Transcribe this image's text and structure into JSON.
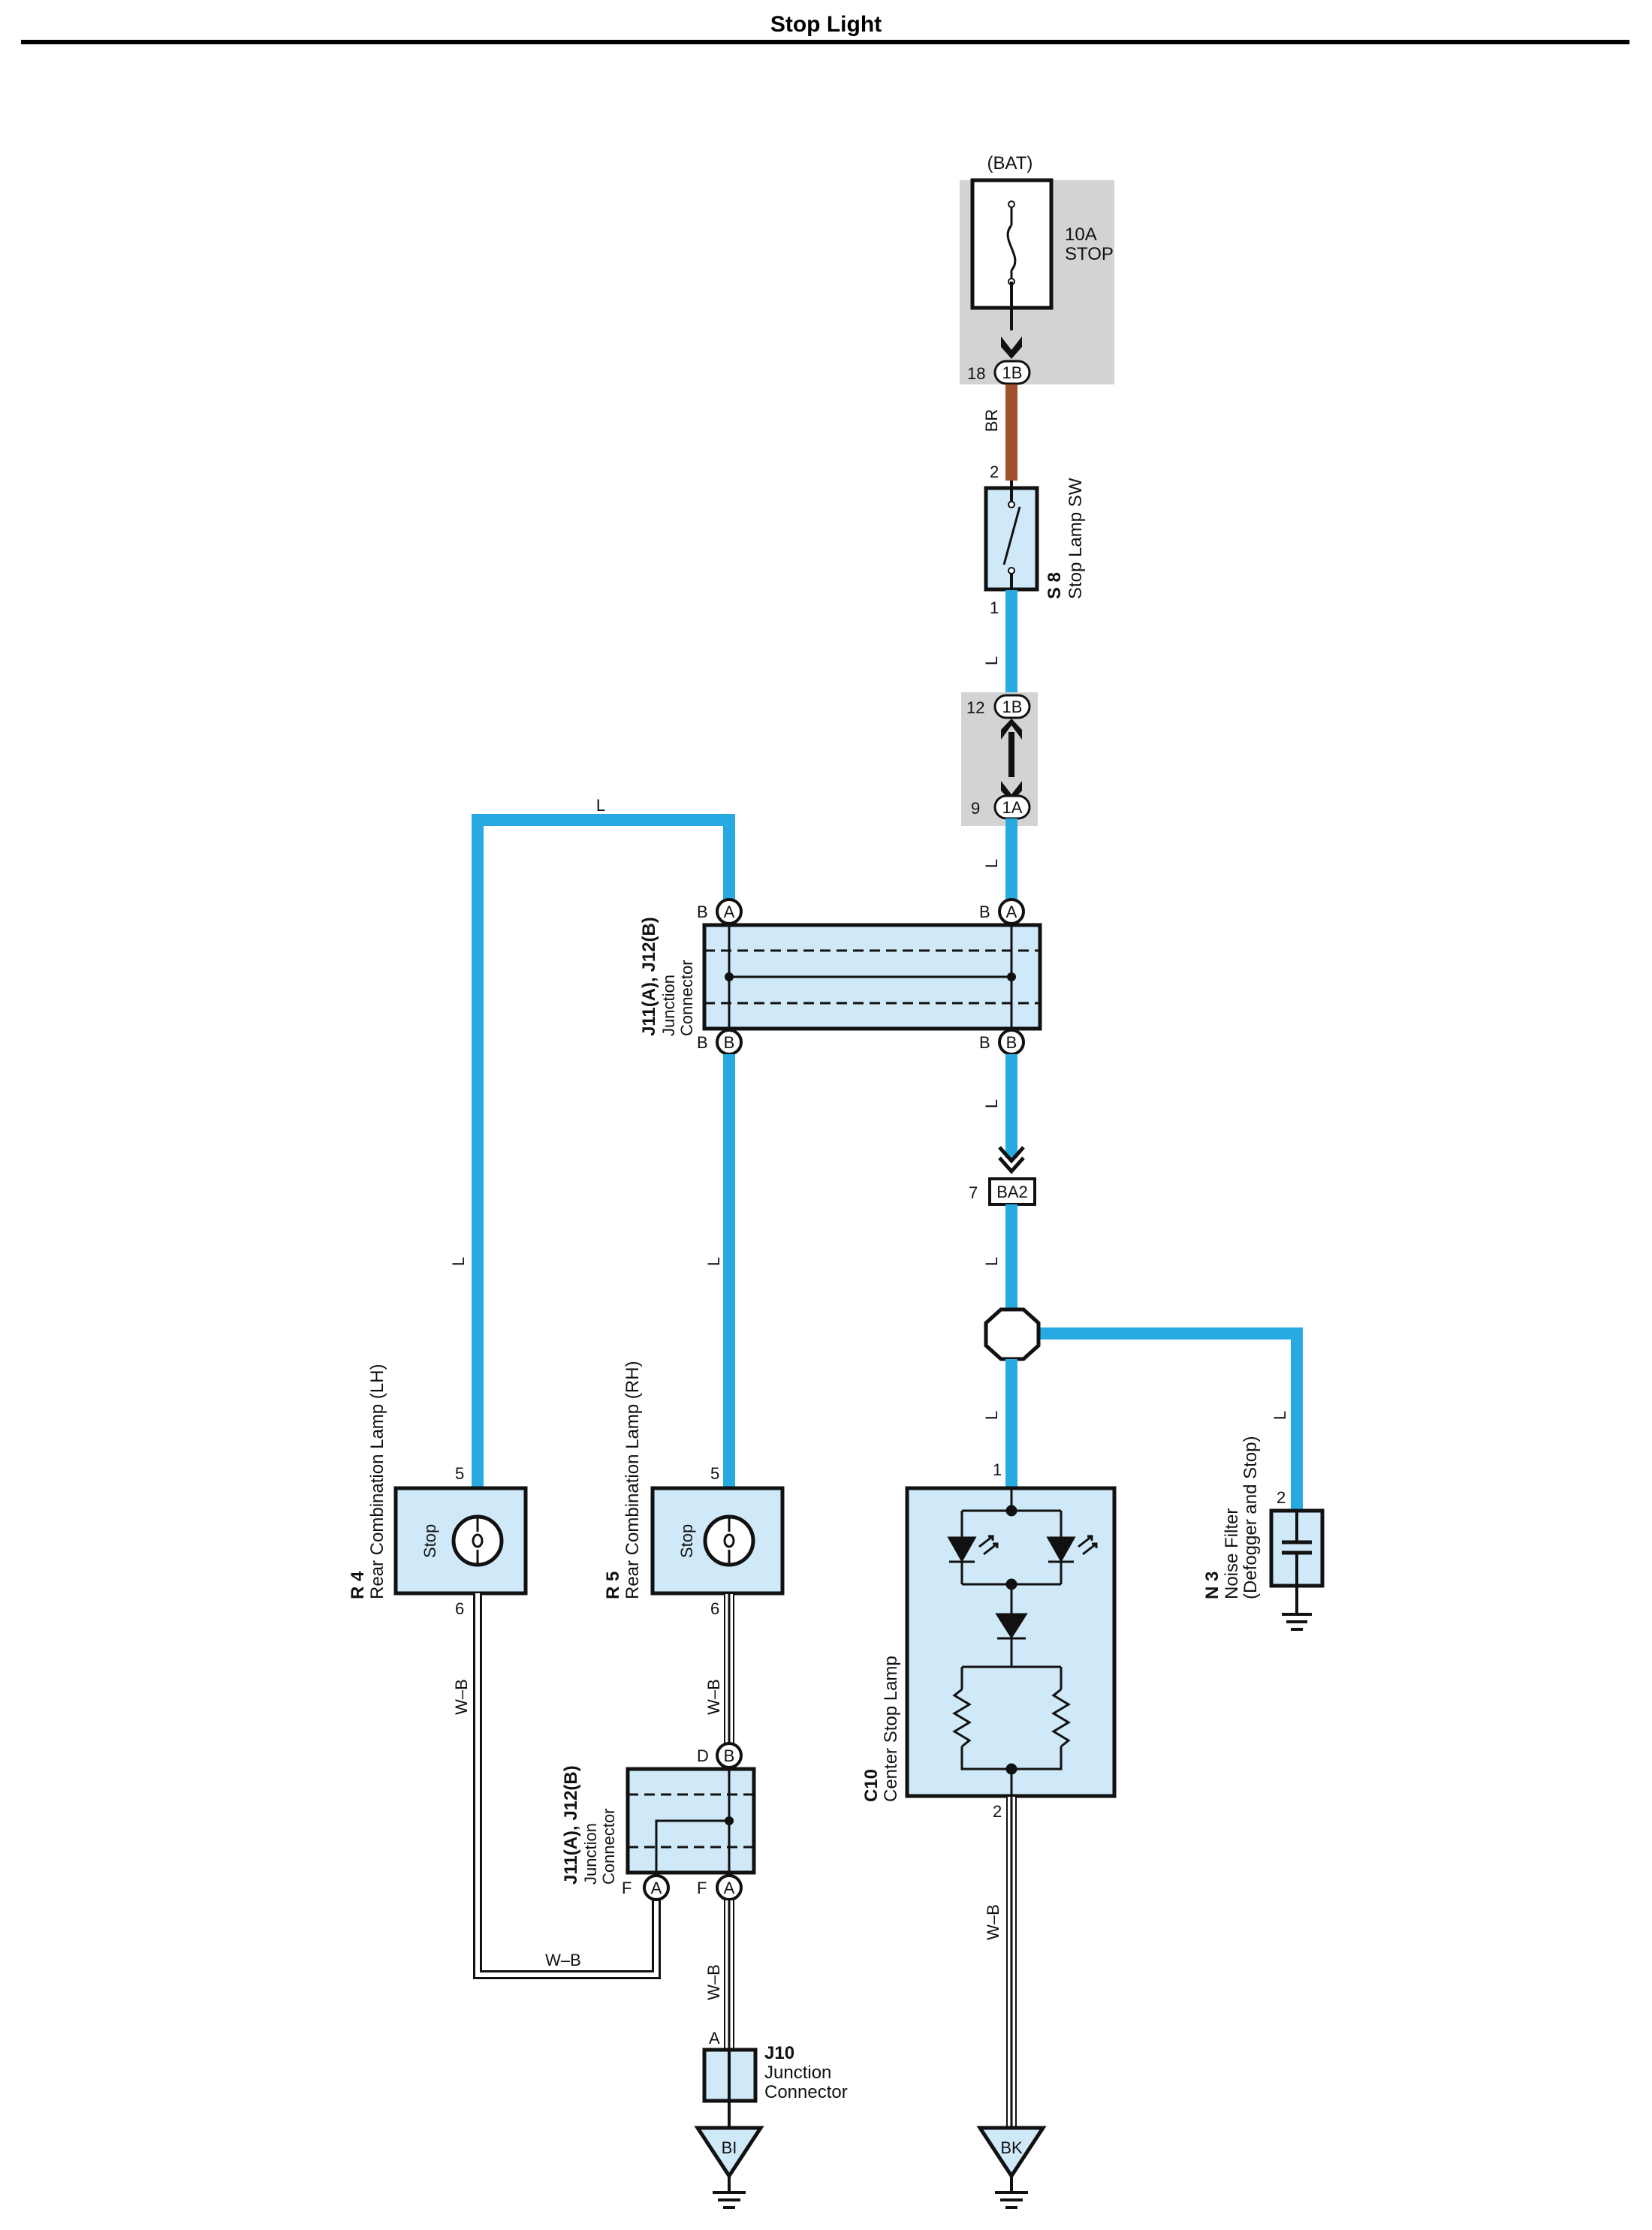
{
  "title": "Stop Light",
  "colors": {
    "wire_L": "#27a9e1",
    "wire_BR": "#a0522d",
    "box_fill": "#cfe9f8",
    "fuse_shade": "#d3d3d3"
  },
  "fuse": {
    "source": "(BAT)",
    "rating": "10A",
    "name": "STOP",
    "pin": "18",
    "connector": "1B"
  },
  "wires": {
    "br": "BR",
    "l": "L",
    "wb": "W–B"
  },
  "stop_sw": {
    "id": "S 8",
    "name": "Stop Lamp SW",
    "pin_top": "2",
    "pin_bottom": "1"
  },
  "inline_conn": {
    "pin_a": "12",
    "conn_a": "1B",
    "pin_b": "9",
    "conn_b": "1A"
  },
  "junction_top": {
    "id": "J11(A), J12(B)",
    "line1": "Junction",
    "line2": "Connector",
    "pin_label": "B",
    "conn_a": "A",
    "conn_b": "B"
  },
  "ba2": {
    "pin": "7",
    "name": "BA2"
  },
  "lamp_lh": {
    "id": "R 4",
    "name": "Rear Combination Lamp (LH)",
    "bulb": "Stop",
    "pin_top": "5",
    "pin_bottom": "6"
  },
  "lamp_rh": {
    "id": "R 5",
    "name": "Rear Combination Lamp (RH)",
    "bulb": "Stop",
    "pin_top": "5",
    "pin_bottom": "6"
  },
  "center_lamp": {
    "id": "C10",
    "name": "Center Stop Lamp",
    "pin_top": "1",
    "pin_bottom": "2"
  },
  "noise_filter": {
    "id": "N 3",
    "line1": "Noise Filter",
    "line2": "(Defogger and Stop)",
    "pin": "2"
  },
  "junction_bottom": {
    "id": "J11(A), J12(B)",
    "line1": "Junction",
    "line2": "Connector",
    "pin_d": "D",
    "pin_f": "F",
    "conn_a": "A",
    "conn_b": "B"
  },
  "j10": {
    "id": "J10",
    "line1": "Junction",
    "line2": "Connector",
    "pin": "A"
  },
  "grounds": {
    "bi": "BI",
    "bk": "BK"
  }
}
